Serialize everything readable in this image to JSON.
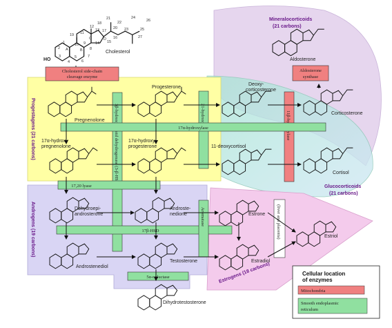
{
  "groups": {
    "mineralocorticoids": "Mineralocorticoids",
    "mineralocorticoids_carbons": "(21 carbons)",
    "glucocorticoids": "Glucocorticoids",
    "glucocorticoids_carbons": "(21 carbons)",
    "progestagens": "Progestagens (21 carbons)",
    "androgens": "Androgens (19 carbons)",
    "estrogens": "Estrogens (18 carbons)"
  },
  "compounds": {
    "cholesterol": "Cholesterol",
    "pregnenolone": "Pregnenolone",
    "progesterone": "Progesterone",
    "deoxycorticosterone_1": "Deoxy-",
    "deoxycorticosterone_2": "corticosterone",
    "corticosterone": "Corticosterone",
    "aldosterone": "Aldosterone",
    "hydroxypregnenolone_1": "17α-hydroxy",
    "hydroxypregnenolone_2": "pregnenolone",
    "hydroxyprogesterone_1": "17α-hydroxy",
    "hydroxyprogesterone_2": "progesterone",
    "deoxycortisol": "11-deoxycortisol",
    "cortisol": "Cortisol",
    "dhea_1": "Dehydroepi-",
    "dhea_2": "androsterone",
    "androstenedione_1": "Androste-",
    "androstenedione_2": "nedione",
    "estrone": "Estrone",
    "androstenediol": "Androstenediol",
    "testosterone": "Testosterone",
    "estradiol": "Estradiol",
    "estriol": "Estriol",
    "dht": "Dihydrotestosterone"
  },
  "enzymes": {
    "scc_1": "Cholesterol side-chain",
    "scc_2": "cleavage enzyme",
    "aldosterone_synthase_1": "Aldosterone",
    "aldosterone_synthase_2": "synthase",
    "hydroxylase_17a": "17α-hydroxylase",
    "lyase_1720": "17,20 lyase",
    "hsd_17b": "17β-HSD",
    "reductase_5a": "5α-reductase",
    "hsd_3b": "3β-hydroxysteroid dehydrogenase (3-β-HSD)",
    "hydroxylase_21": "21-hydroxylase",
    "hydroxylase_11b": "11β-hydroxylase",
    "aromatase": "Aromatase",
    "liver_placenta": "(liver and placenta)"
  },
  "legend": {
    "title_1": "Cellular location",
    "title_2": "of enzymes",
    "mito": "Mitochondria",
    "ser_1": "Smooth endoplasmic",
    "ser_2": "reticulum"
  },
  "atom_numbers": [
    "21",
    "22",
    "24",
    "26",
    "20",
    "23",
    "25",
    "18",
    "12",
    "17",
    "16",
    "27",
    "11",
    "13",
    "19",
    "C",
    "D",
    "14",
    "15",
    "1",
    "9",
    "2",
    "10",
    "8",
    "A",
    "B",
    "7",
    "3",
    "5",
    "6",
    "4",
    "H"
  ],
  "atom_labels": {
    "ho": "HO",
    "oh": "OH",
    "o": "O",
    "h": "H"
  },
  "colors": {
    "mitochondria": "#f08080",
    "smooth_er": "#90e0a0",
    "progestagen_region": "#ffffa0",
    "androgen_region": "#d8d4f4",
    "estrogen_region": "#f4c8ec",
    "mineralocorticoid_region": "#e8d8f0",
    "glucocorticoid_region": "#b8e6d8"
  }
}
